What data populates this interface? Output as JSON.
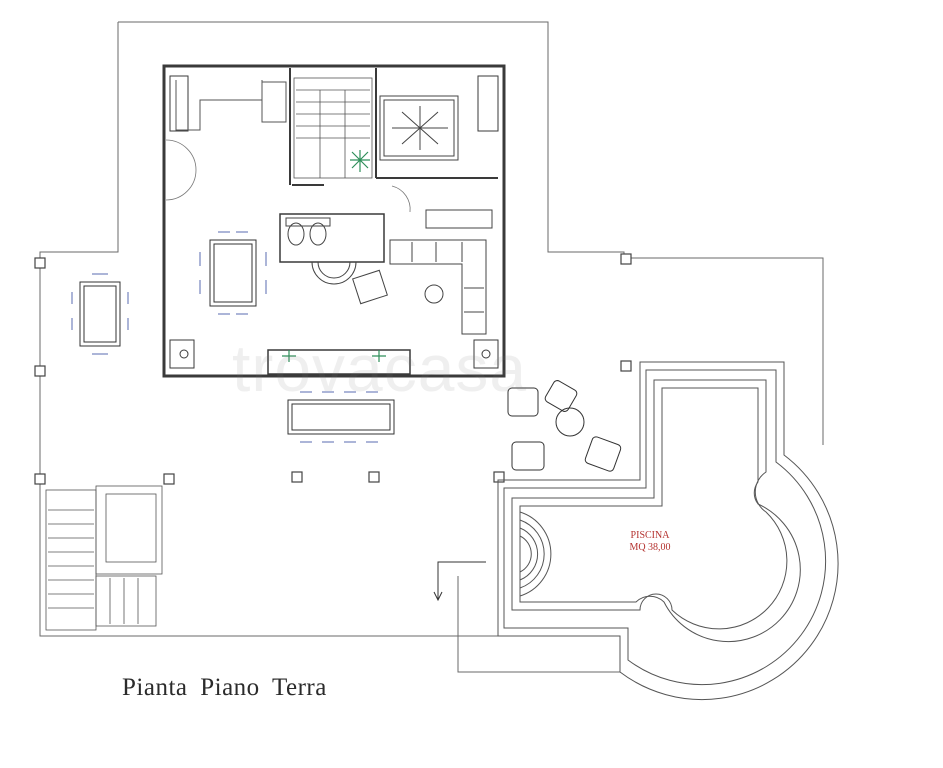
{
  "plan": {
    "title": "Pianta Piano Terra",
    "watermark": "trovacasa",
    "pool": {
      "name": "PISCINA",
      "area": "MQ 38,00"
    }
  },
  "colors": {
    "line": "#555555",
    "wall": "#3a3a3a",
    "plant": "#2f8f5a",
    "furniture_accent": "#5a6bb0",
    "pool_label": "#b4322f"
  }
}
